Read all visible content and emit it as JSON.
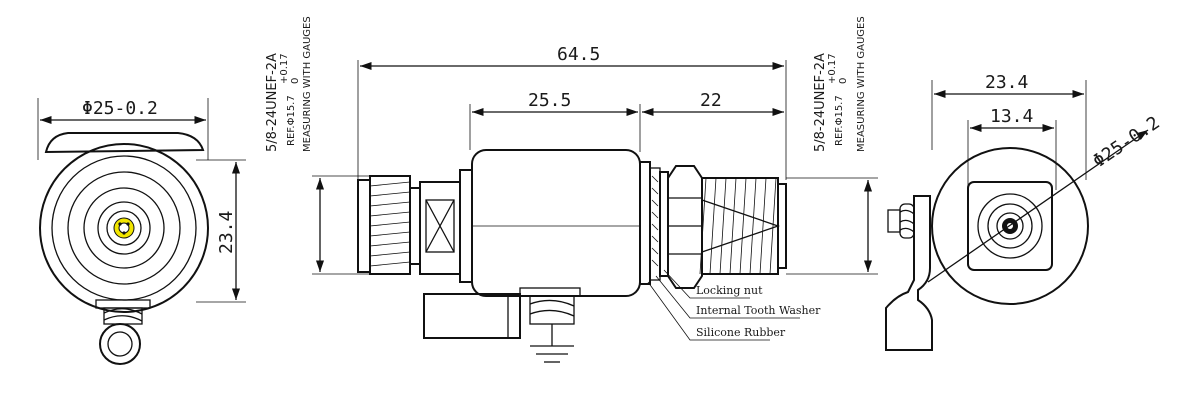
{
  "dimensions": {
    "left_diameter": "Φ25-0.2",
    "left_height": "23.4",
    "overall_length": "64.5",
    "body_length": "25.5",
    "threaded_length": "22",
    "right_width": "23.4",
    "right_inner": "13.4",
    "right_diameter": "Φ25-0.2"
  },
  "thread_callout_left": {
    "thread": "5/8-24UNEF-2A",
    "reference": "REF.Φ15.7",
    "tolerance_upper": "+0.17",
    "tolerance_lower": "0",
    "method": "MEASURING WITH GAUGES"
  },
  "thread_callout_right": {
    "thread": "5/8-24UNEF-2A",
    "reference": "REF.Φ15.7",
    "tolerance_upper": "+0.17",
    "tolerance_lower": "0",
    "method": "MEASURING WITH GAUGES"
  },
  "part_labels": [
    "Locking nut",
    "Internal Tooth Washer",
    "Silicone Rubber"
  ],
  "colors": {
    "line": "#111111",
    "center_pin": "#f2e600",
    "background": "#ffffff"
  }
}
